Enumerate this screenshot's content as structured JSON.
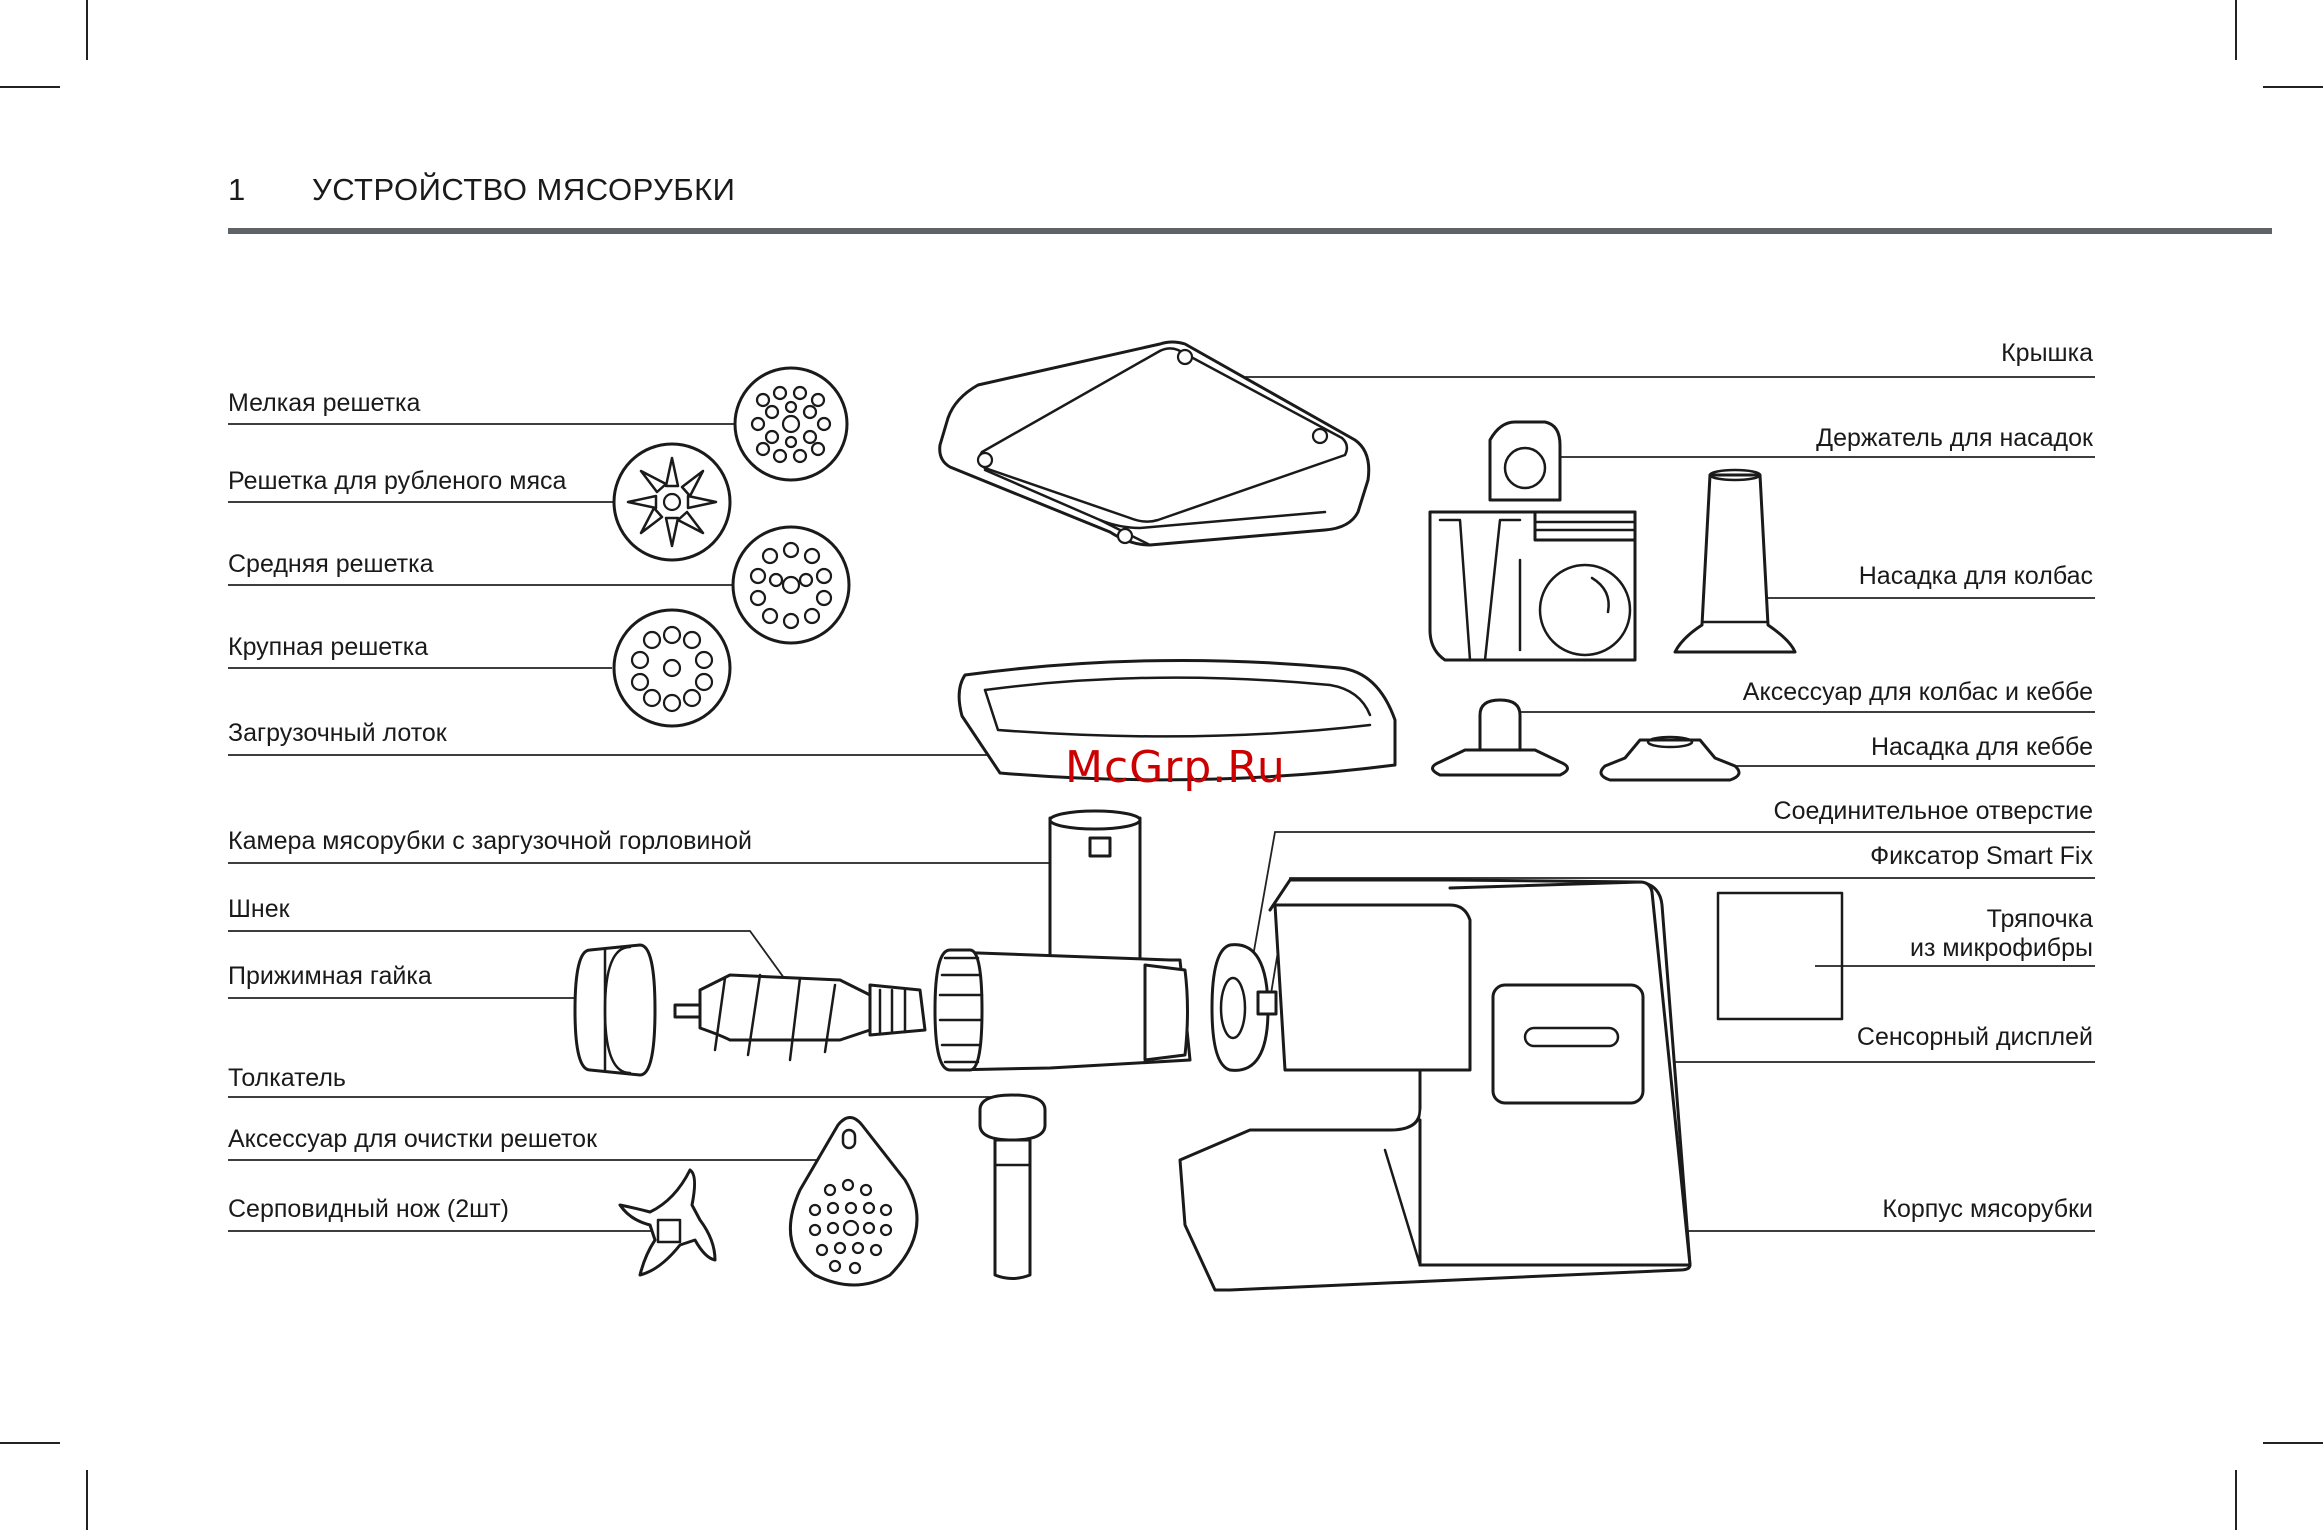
{
  "header": {
    "section_number": "1",
    "section_title": "УСТРОЙСТВО МЯСОРУБКИ"
  },
  "labels_left": [
    "Мелкая решетка",
    "Решетка для рубленого мяса",
    "Средняя решетка",
    "Крупная решетка",
    "Загрузочный лоток",
    "Камера мясорубки с заргузочной горловиной",
    "Шнек",
    "Прижимная гайка",
    "Толкатель",
    "Аксессуар для очистки решеток",
    "Серповидный нож (2шт)"
  ],
  "labels_right": [
    "Крышка",
    "Держатель для насадок",
    "Насадка для колбас",
    "Аксессуар для колбас и кеббе",
    "Насадка для кеббе",
    "Соединительное отверстие",
    "Фиксатор Smart Fix",
    "Тряпочка",
    "из микрофибры",
    "Сенсорный дисплей",
    "Корпус мясорубки"
  ],
  "watermark": "McGrp.Ru"
}
